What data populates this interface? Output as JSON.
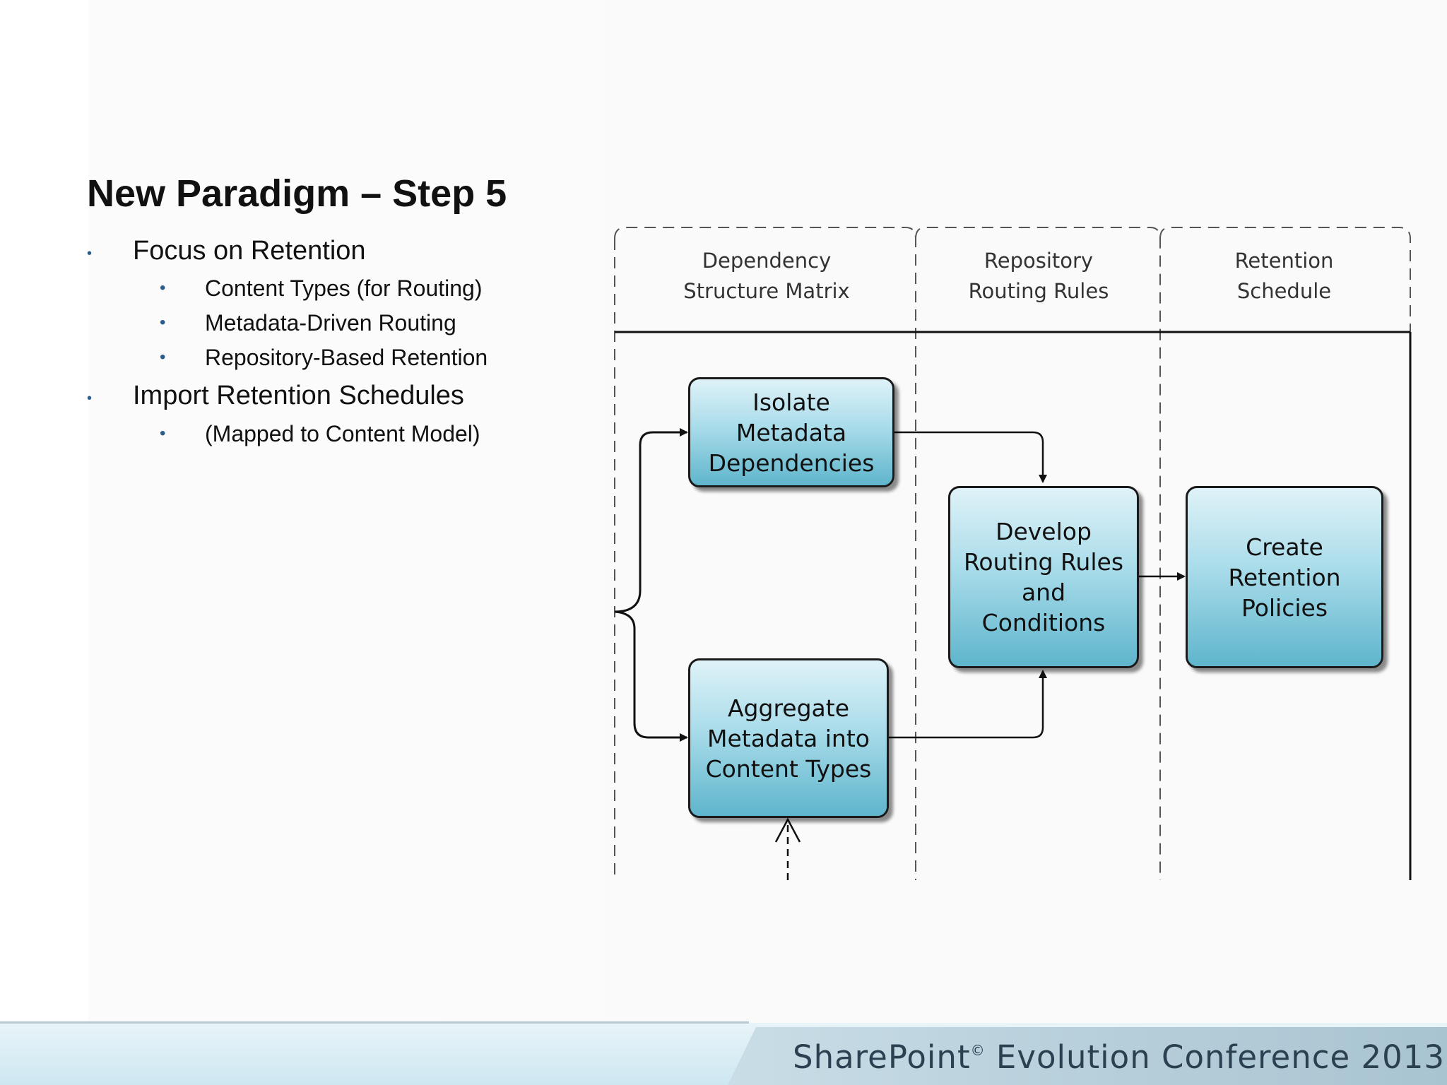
{
  "slide": {
    "title": "New Paradigm – Step 5",
    "bullets": [
      {
        "text": "Focus on Retention",
        "sub": [
          "Content Types (for Routing)",
          "Metadata-Driven Routing",
          "Repository-Based Retention"
        ]
      },
      {
        "text": "Import Retention Schedules",
        "sub": [
          "(Mapped to Content Model)"
        ]
      }
    ],
    "bullet_glyph": "•"
  },
  "diagram": {
    "lanes": [
      {
        "line1": "Dependency",
        "line2": "Structure Matrix"
      },
      {
        "line1": "Repository",
        "line2": "Routing Rules"
      },
      {
        "line1": "Retention",
        "line2": "Schedule"
      }
    ],
    "boxes": {
      "isolate": [
        "Isolate",
        "Metadata",
        "Dependencies"
      ],
      "aggregate": [
        "Aggregate",
        "Metadata into",
        "Content Types"
      ],
      "develop": [
        "Develop",
        "Routing Rules",
        "and",
        "Conditions"
      ],
      "create": [
        "Create",
        "Retention",
        "Policies"
      ]
    },
    "colors": {
      "box_top": "#dff2f8",
      "box_bottom": "#5fb5cc",
      "stroke": "#1a1a1a"
    }
  },
  "footer": {
    "brand": "SharePoint",
    "mark": "©",
    "rest": " Evolution Conference 2013"
  }
}
